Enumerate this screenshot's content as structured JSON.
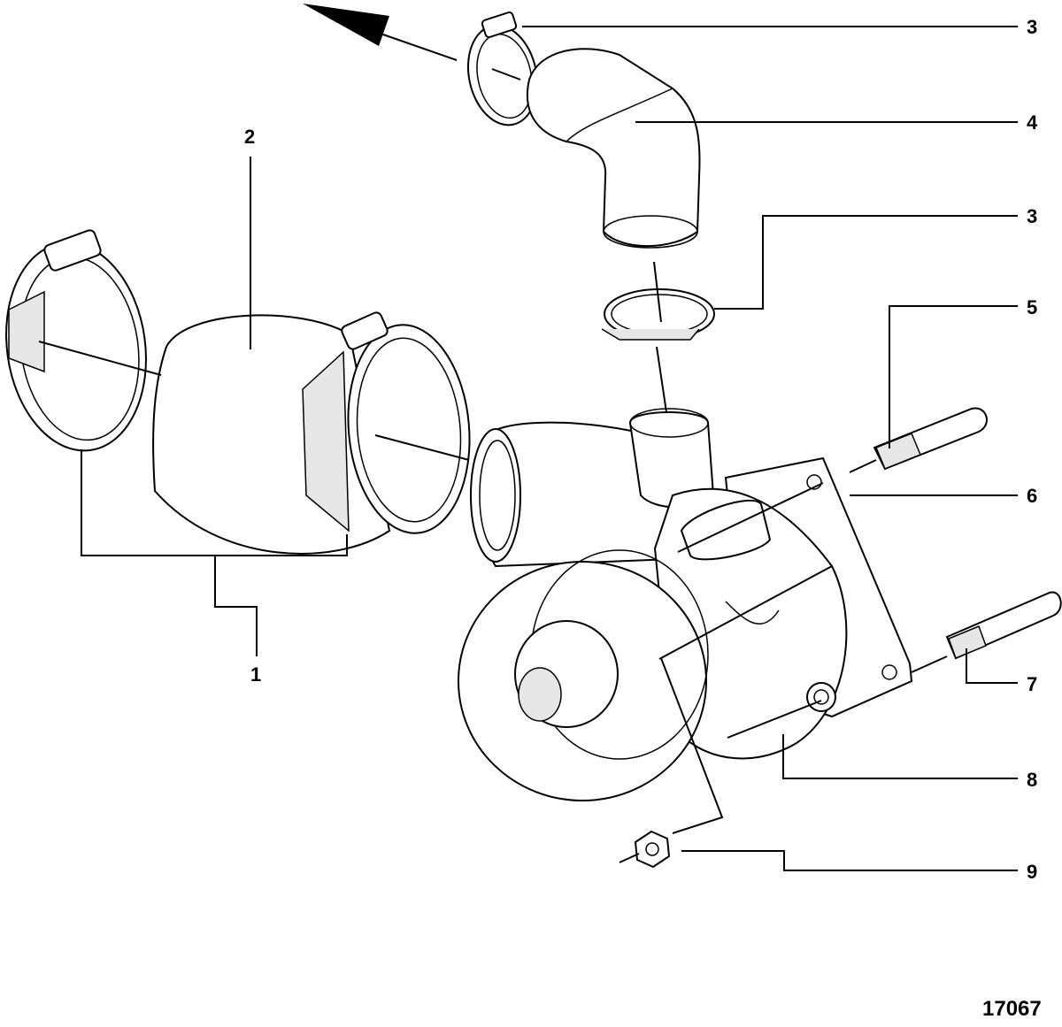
{
  "figure_number": "17067",
  "callouts": [
    {
      "label": "3"
    },
    {
      "label": "4"
    },
    {
      "label": "3"
    },
    {
      "label": "5"
    },
    {
      "label": "6"
    },
    {
      "label": "7"
    },
    {
      "label": "8"
    },
    {
      "label": "9"
    },
    {
      "label": "2"
    },
    {
      "label": "1"
    }
  ],
  "colors": {
    "ink": "#000000",
    "paper": "#ffffff"
  }
}
